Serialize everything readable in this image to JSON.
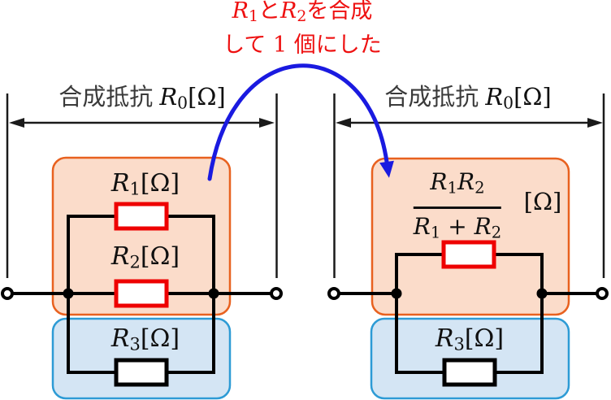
{
  "colors": {
    "annotation_red": "#ee1111",
    "arrow_blue": "#1a1ae0",
    "pair_box_border": "#e8611f",
    "pair_box_fill": "#fbdcca",
    "r3_box_border": "#2d9bd5",
    "r3_box_fill": "#d4e5f4",
    "resistor_red": "#ee0000",
    "wire_black": "#000000",
    "label_gray": "#3a3a3a",
    "math_black": "#101010"
  },
  "annotation": {
    "text": "R₁とR₂を合成して1個にした",
    "line1": [
      {
        "t": "R",
        "s": "var"
      },
      {
        "t": "1",
        "s": "sub"
      },
      {
        "t": "と",
        "s": "cjk"
      },
      {
        "t": "R",
        "s": "var"
      },
      {
        "t": "2",
        "s": "sub"
      },
      {
        "t": "を合成",
        "s": "cjk"
      }
    ],
    "line2": [
      {
        "t": "して",
        "s": "cjk"
      },
      {
        "t": " 1 ",
        "s": "up"
      },
      {
        "t": "個にした",
        "s": "cjk"
      }
    ]
  },
  "left_circuit": {
    "span_label_text": "合成抵抗 R₀[Ω]",
    "span_label": [
      {
        "t": "合成抵抗 ",
        "s": "cjk"
      },
      {
        "t": "R",
        "s": "var"
      },
      {
        "t": "0",
        "s": "sub"
      },
      {
        "t": "[Ω]",
        "s": "up"
      }
    ],
    "r1_label_text": "R₁[Ω]",
    "r1_label": [
      {
        "t": "R",
        "s": "var"
      },
      {
        "t": "1",
        "s": "sub"
      },
      {
        "t": "[Ω]",
        "s": "up"
      }
    ],
    "r2_label_text": "R₂[Ω]",
    "r2_label": [
      {
        "t": "R",
        "s": "var"
      },
      {
        "t": "2",
        "s": "sub"
      },
      {
        "t": "[Ω]",
        "s": "up"
      }
    ],
    "r3_label_text": "R₃[Ω]",
    "r3_label": [
      {
        "t": "R",
        "s": "var"
      },
      {
        "t": "3",
        "s": "sub"
      },
      {
        "t": "[Ω]",
        "s": "up"
      }
    ]
  },
  "right_circuit": {
    "span_label_text": "合成抵抗 R₀[Ω]",
    "span_label": [
      {
        "t": "合成抵抗 ",
        "s": "cjk"
      },
      {
        "t": "R",
        "s": "var"
      },
      {
        "t": "0",
        "s": "sub"
      },
      {
        "t": "[Ω]",
        "s": "up"
      }
    ],
    "formula_text": "R₁R₂ / (R₁+R₂) [Ω]",
    "formula_numerator": [
      {
        "t": "R",
        "s": "var"
      },
      {
        "t": "1",
        "s": "sub"
      },
      {
        "t": "R",
        "s": "var"
      },
      {
        "t": "2",
        "s": "sub"
      }
    ],
    "formula_denominator": [
      {
        "t": "R",
        "s": "var"
      },
      {
        "t": "1",
        "s": "sub"
      },
      {
        "t": " + ",
        "s": "up"
      },
      {
        "t": "R",
        "s": "var"
      },
      {
        "t": "2",
        "s": "sub"
      }
    ],
    "formula_unit": [
      {
        "t": "[Ω]",
        "s": "up"
      }
    ],
    "r3_label_text": "R₃[Ω]",
    "r3_label": [
      {
        "t": "R",
        "s": "var"
      },
      {
        "t": "3",
        "s": "sub"
      },
      {
        "t": "[Ω]",
        "s": "up"
      }
    ]
  }
}
